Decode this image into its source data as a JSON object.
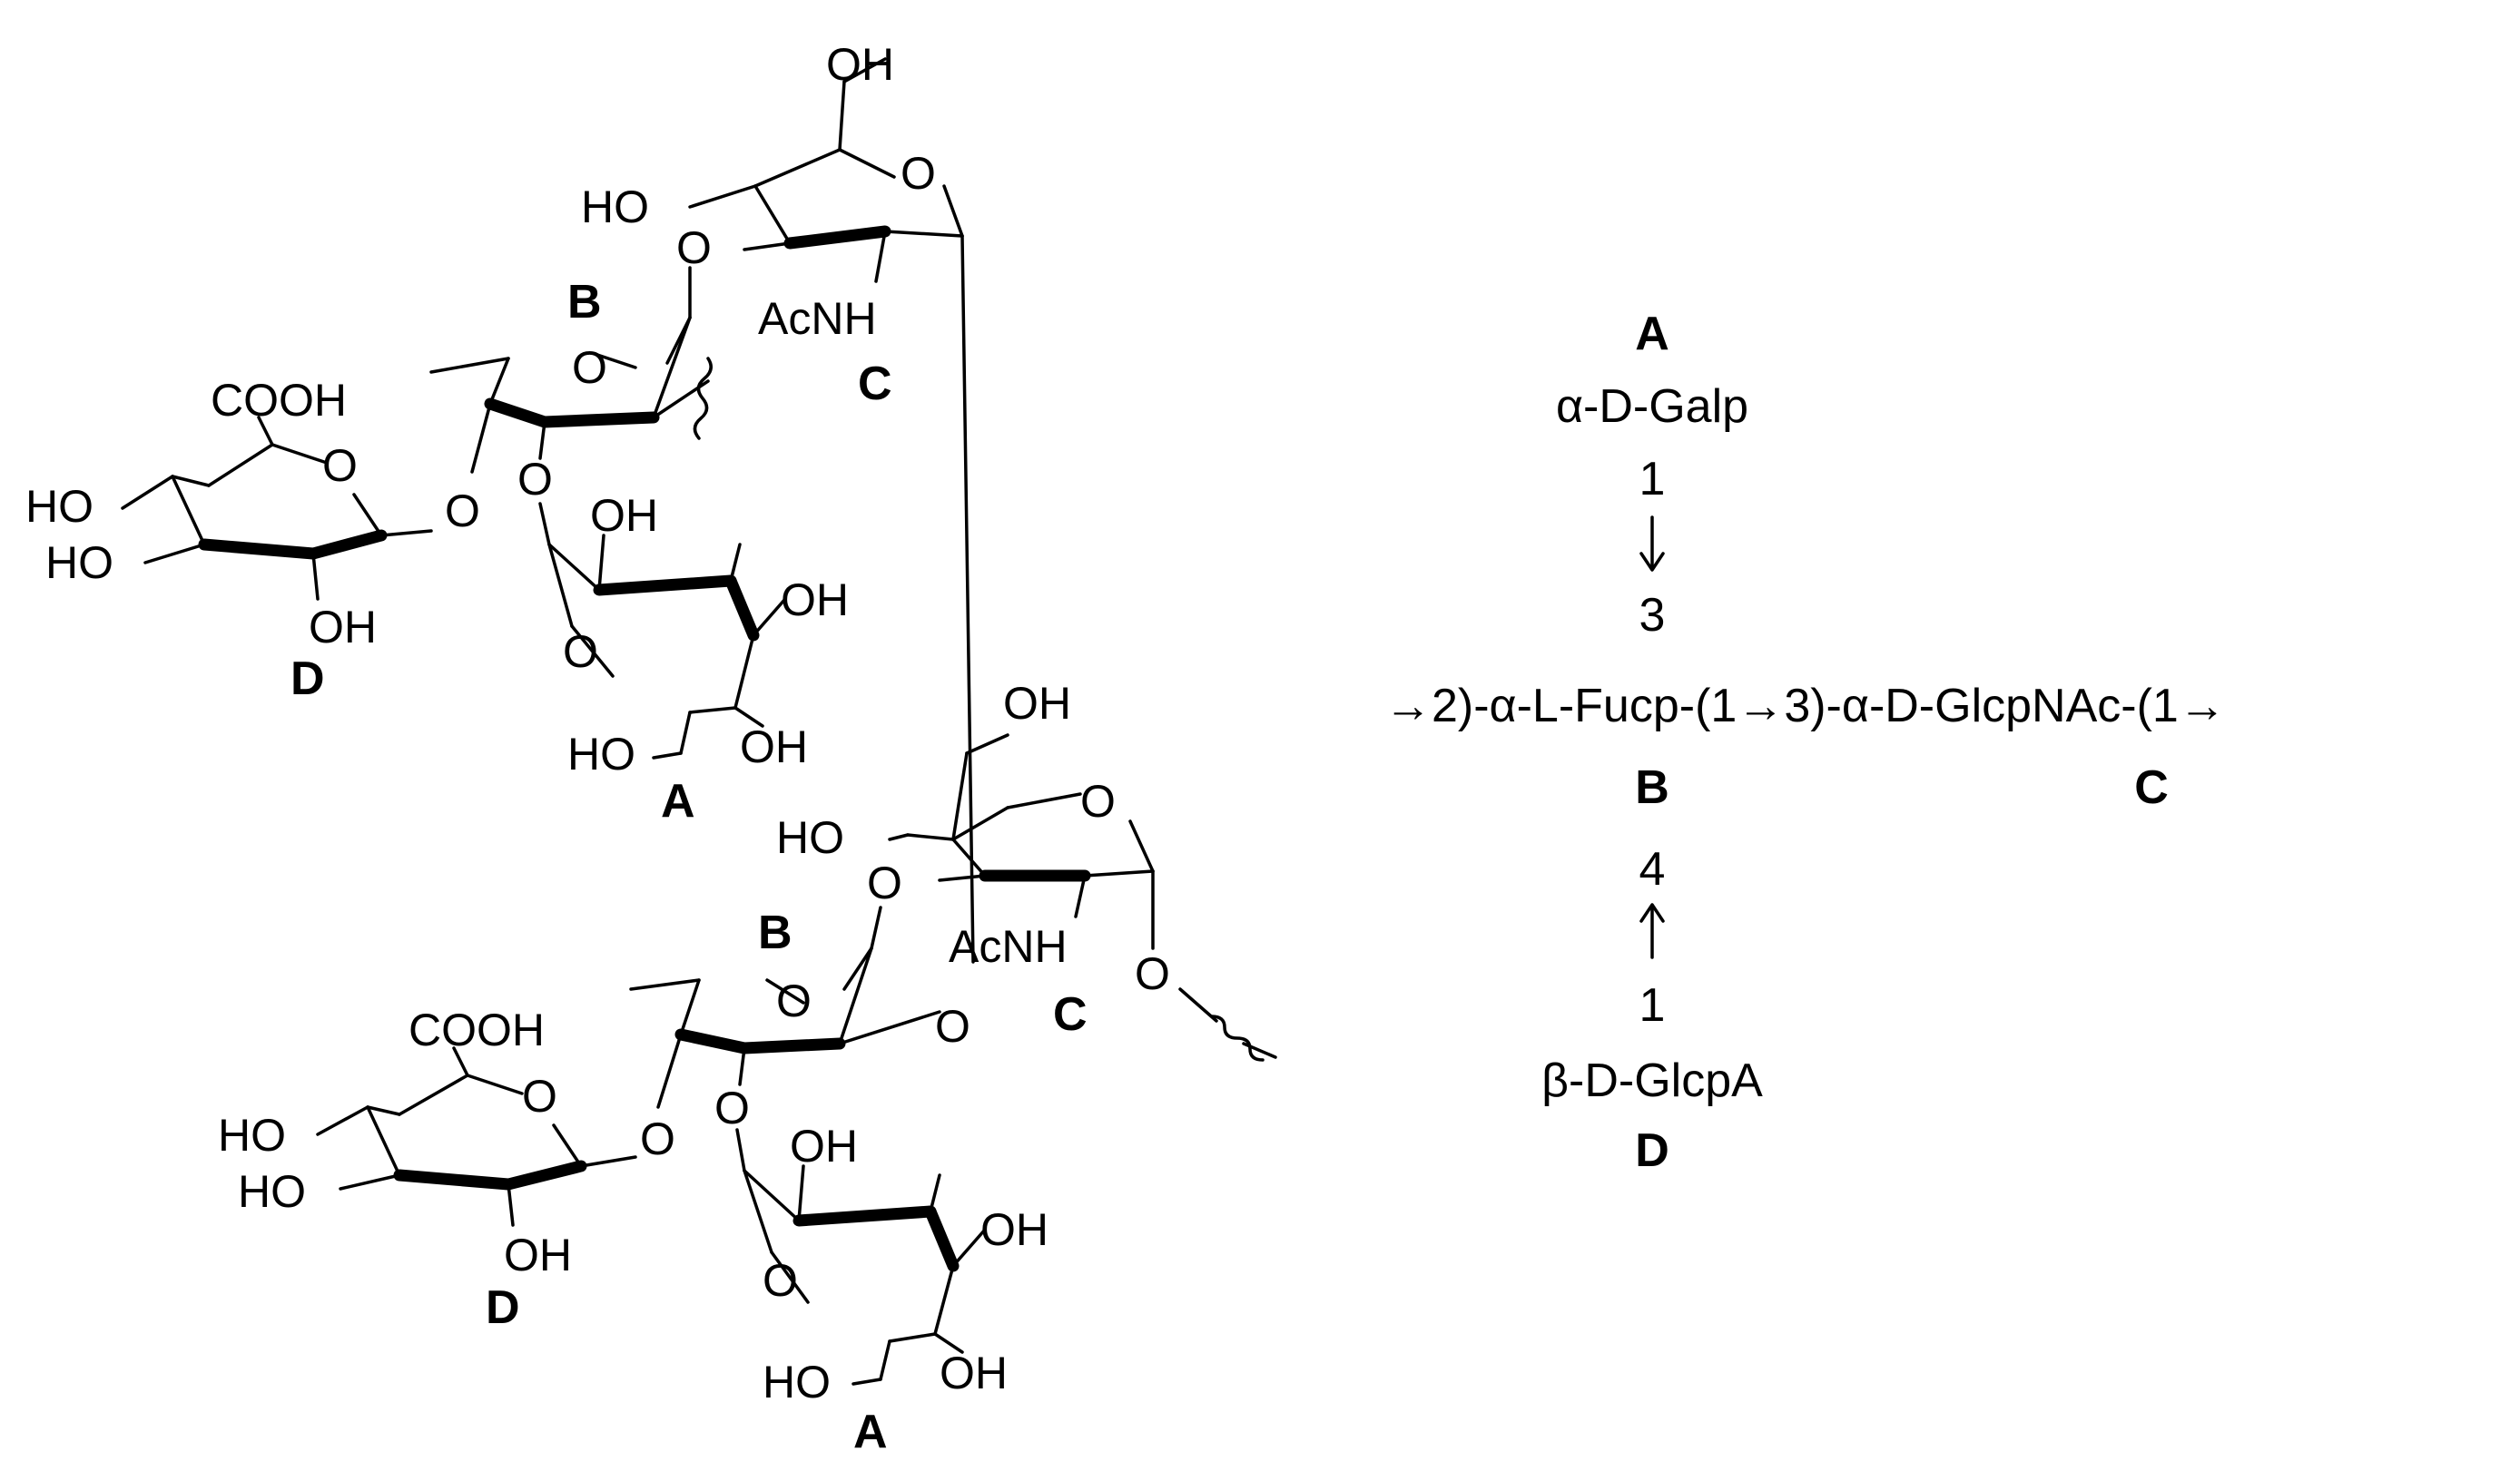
{
  "atoms": {
    "oh": "OH",
    "ho": "HO",
    "o": "O",
    "acnh": "AcNH",
    "cooh": "COOH"
  },
  "labels": {
    "a": "A",
    "b": "B",
    "c": "C",
    "d": "D"
  },
  "scheme": {
    "label_a": "A",
    "residue_a": "α-D-Galp",
    "link_a_from": "1",
    "link_a_to": "3",
    "main_chain": "→2)-α-L-Fucp-(1→3)-α-D-GlcpNAc-(1→",
    "label_b": "B",
    "label_c": "C",
    "link_d_to": "4",
    "link_d_from": "1",
    "residue_d": "β-D-GlcpA",
    "label_d": "D"
  }
}
